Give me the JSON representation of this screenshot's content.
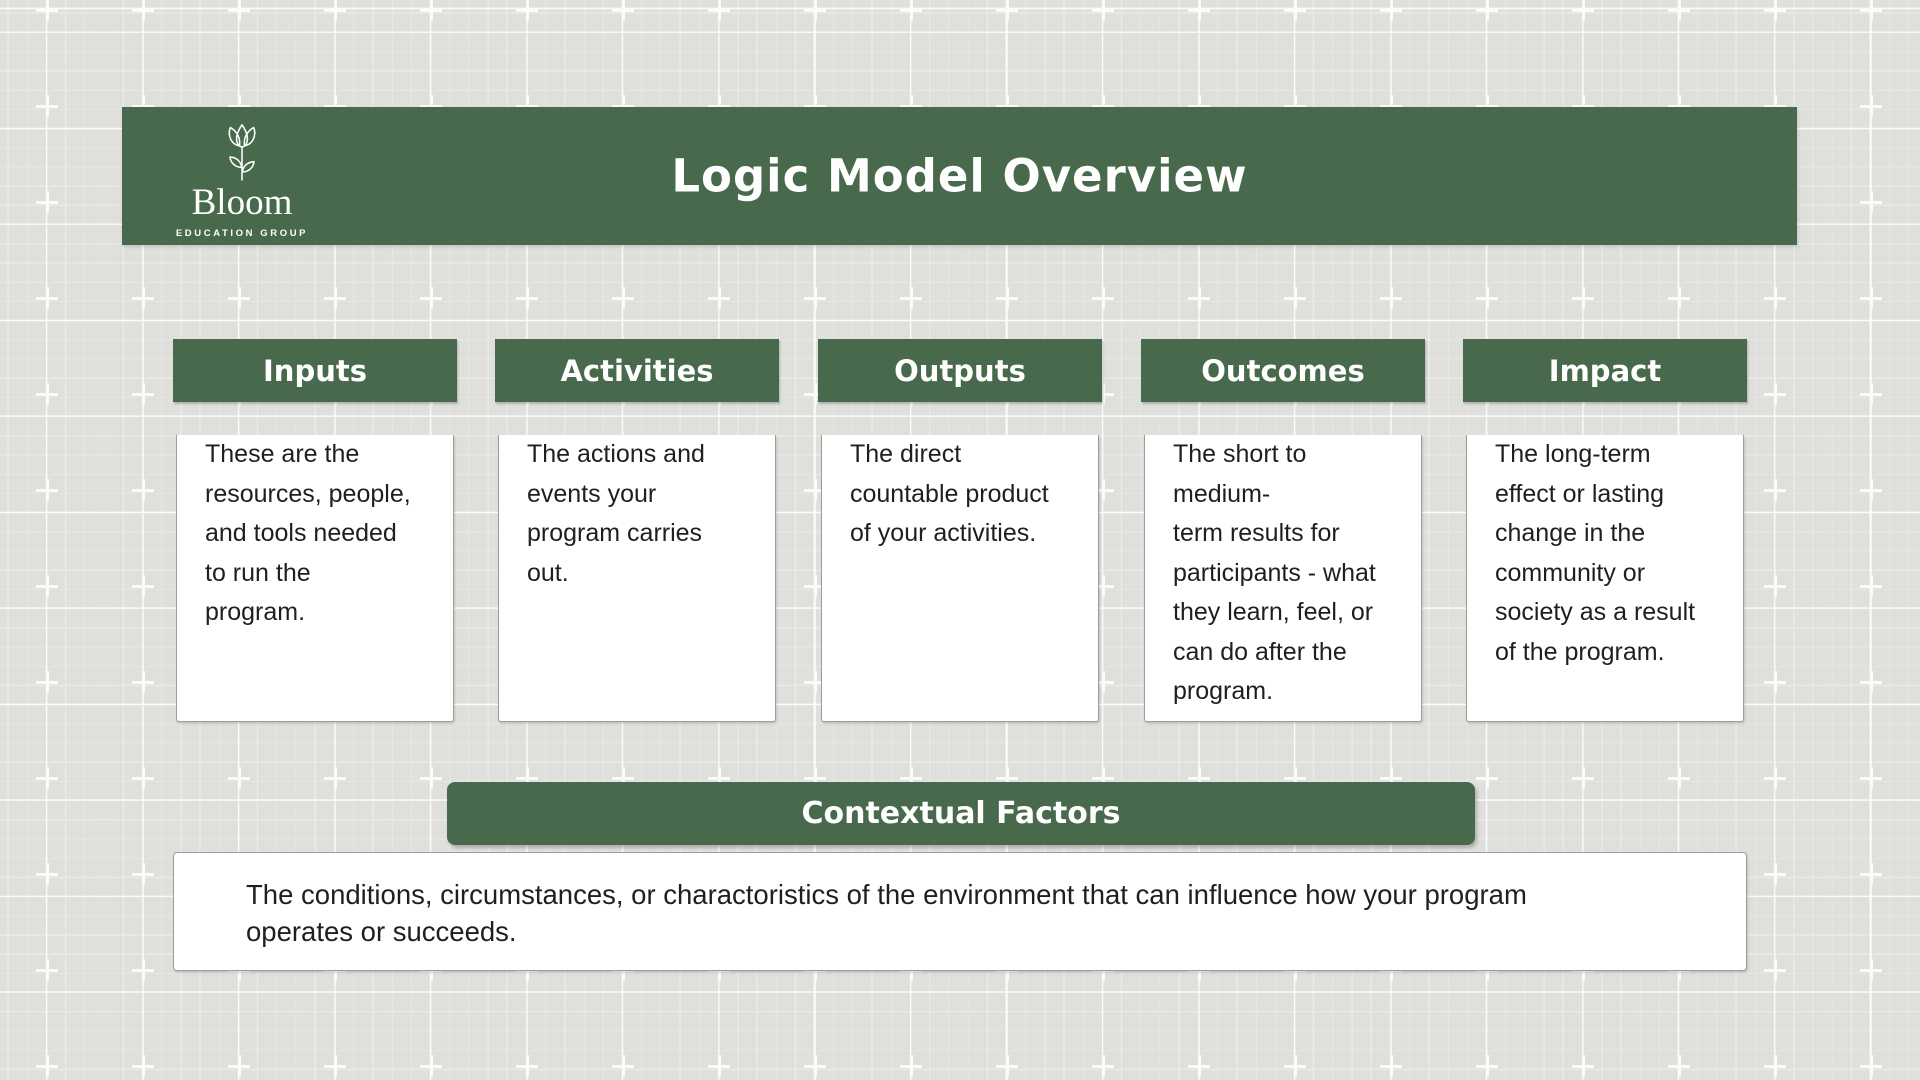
{
  "header": {
    "title": "Logic Model Overview",
    "logo": {
      "name": "Bloom",
      "subtitle": "EDUCATION GROUP",
      "icon": "flower-tulip-icon"
    }
  },
  "columns": [
    {
      "title": "Inputs",
      "description": "These are the\nresources, people,\nand tools needed\nto run the\nprogram."
    },
    {
      "title": "Activities",
      "description": "The actions and\nevents your\nprogram carries\nout."
    },
    {
      "title": "Outputs",
      "description": "The direct\ncountable product\nof your activities."
    },
    {
      "title": "Outcomes",
      "description": "The short to medium-\nterm results for\nparticipants - what\nthey learn, feel, or\ncan do after the\nprogram."
    },
    {
      "title": "Impact",
      "description": "The long-term\neffect or lasting\nchange in the\ncommunity or\nsociety as a result\nof the program."
    }
  ],
  "contextual": {
    "title": "Contextual Factors",
    "description": "The conditions, circumstances, or charactoristics of the environment that can influence how your program\noperates or succeeds."
  },
  "colors": {
    "green": "#48694b",
    "page_bg": "#dfdfdc",
    "card_border": "#94a396",
    "text_dark": "#1f1f1f",
    "white": "#ffffff"
  }
}
